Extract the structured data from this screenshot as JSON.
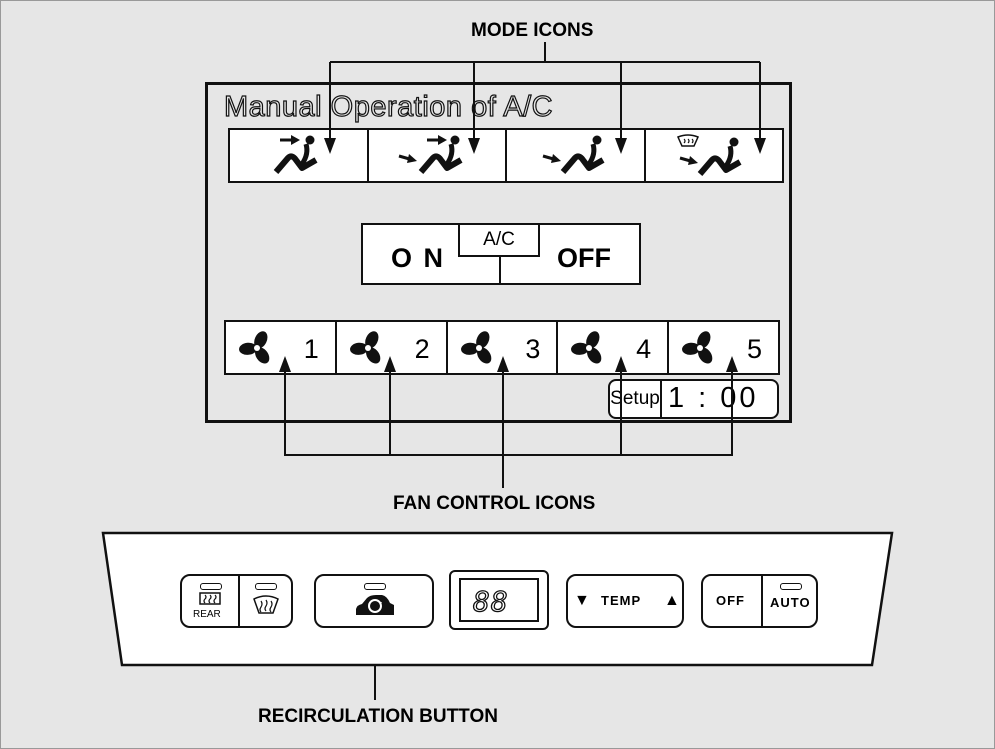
{
  "callouts": {
    "mode_icons": "MODE ICONS",
    "fan_control_icons": "FAN CONTROL ICONS",
    "recirculation_button": "RECIRCULATION BUTTON"
  },
  "screen": {
    "title": "Manual Operation of A/C",
    "mode_buttons": [
      {
        "icon": "vent-mode-icon"
      },
      {
        "icon": "bi-level-mode-icon"
      },
      {
        "icon": "floor-mode-icon"
      },
      {
        "icon": "floor-defrost-mode-icon"
      }
    ],
    "ac": {
      "on_label": "O N",
      "tab_label": "A/C",
      "off_label": "OFF"
    },
    "fan_buttons": [
      {
        "label": "1",
        "icon": "fan-icon"
      },
      {
        "label": "2",
        "icon": "fan-icon"
      },
      {
        "label": "3",
        "icon": "fan-icon"
      },
      {
        "label": "4",
        "icon": "fan-icon"
      },
      {
        "label": "5",
        "icon": "fan-icon"
      }
    ],
    "setup": {
      "label": "Setup",
      "time": "1 : 00"
    }
  },
  "panel": {
    "rear_label": "REAR",
    "display": "88",
    "temp_label": "TEMP",
    "temp_down": "▼",
    "temp_up": "▲",
    "off_label": "OFF",
    "auto_label": "AUTO"
  }
}
